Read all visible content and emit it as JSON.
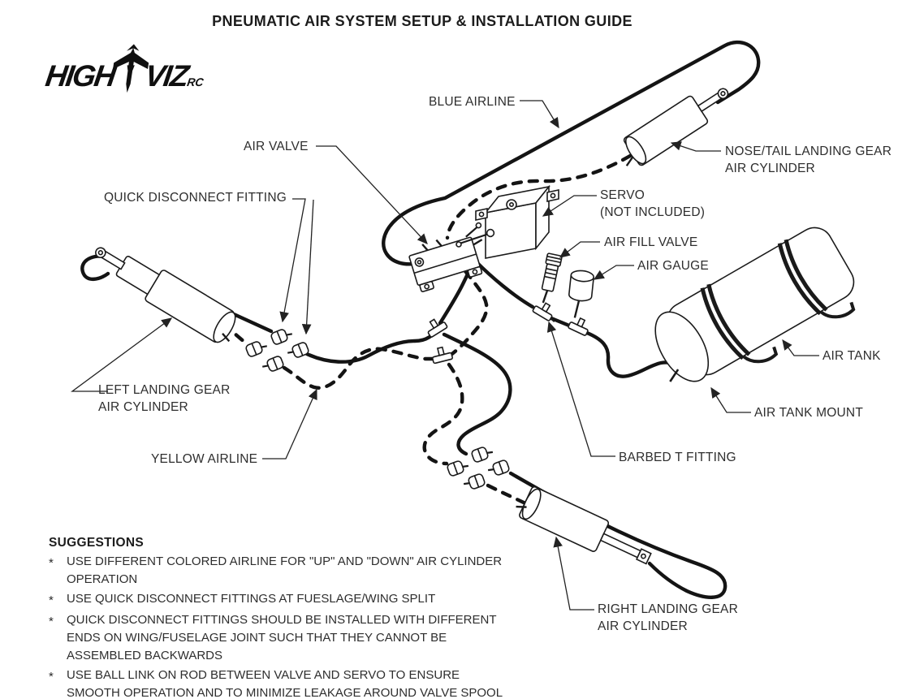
{
  "title": "PNEUMATIC AIR SYSTEM SETUP & INSTALLATION GUIDE",
  "logo": {
    "high": "HIGH",
    "viz": "VIZ",
    "rc": "RC"
  },
  "colors": {
    "line": "#141414",
    "text": "#2e2e2e",
    "background": "#ffffff"
  },
  "labels": {
    "blue_airline": "BLUE AIRLINE",
    "air_valve": "AIR VALVE",
    "quick_disconnect_fitting": "QUICK DISCONNECT FITTING",
    "nose_tail_cylinder": "NOSE/TAIL LANDING GEAR\nAIR CYLINDER",
    "servo": "SERVO\n(NOT INCLUDED)",
    "air_fill_valve": "AIR FILL VALVE",
    "air_gauge": "AIR GAUGE",
    "air_tank": "AIR TANK",
    "air_tank_mount": "AIR TANK MOUNT",
    "left_cylinder": "LEFT LANDING GEAR\nAIR CYLINDER",
    "yellow_airline": "YELLOW AIRLINE",
    "barbed_t_fitting": "BARBED T FITTING",
    "right_cylinder": "RIGHT LANDING GEAR\nAIR CYLINDER"
  },
  "suggestions": {
    "heading": "SUGGESTIONS",
    "bullet": "*",
    "items": [
      "USE DIFFERENT COLORED AIRLINE  FOR \"UP\" AND \"DOWN\" AIR CYLINDER\nOPERATION",
      "USE QUICK DISCONNECT FITTINGS AT FUESLAGE/WING SPLIT",
      "QUICK DISCONNECT FITTINGS SHOULD BE INSTALLED WITH DIFFERENT\nENDS ON WING/FUSELAGE JOINT SUCH THAT  THEY CANNOT BE\nASSEMBLED BACKWARDS",
      "USE BALL LINK ON ROD BETWEEN VALVE AND SERVO TO ENSURE\nSMOOTH OPERATION AND TO MINIMIZE LEAKAGE AROUND VALVE SPOOL"
    ]
  }
}
